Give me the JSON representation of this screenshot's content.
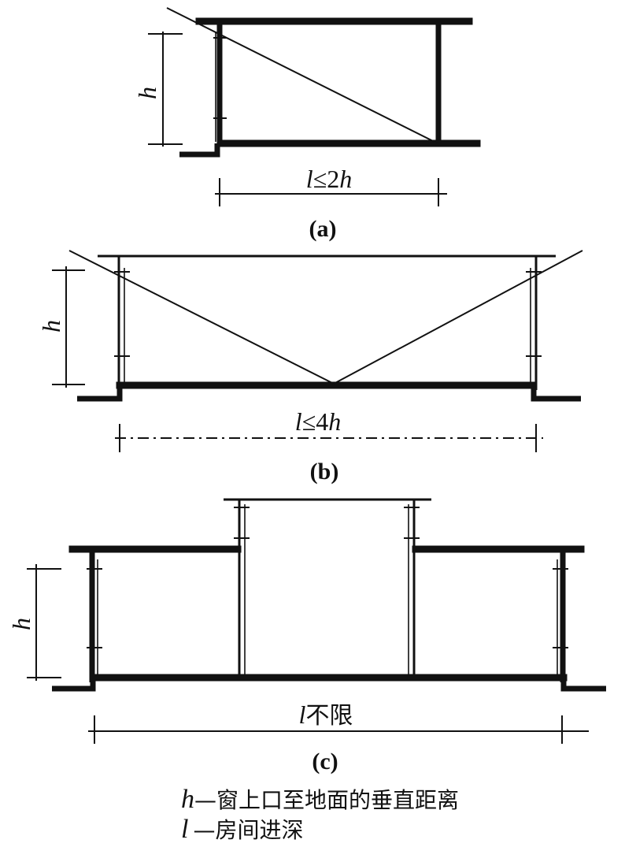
{
  "figure_a": {
    "span_label_var": "l",
    "span_label_rest": "≤2",
    "span_label_h": "h",
    "height_label": "h",
    "caption": "(a)"
  },
  "figure_b": {
    "span_label_var": "l",
    "span_label_rest": "≤4",
    "span_label_h": "h",
    "height_label": "h",
    "caption": "(b)"
  },
  "figure_c": {
    "span_label_var": "l",
    "span_label_rest": "不限",
    "height_label": "h",
    "caption": "(c)"
  },
  "legend": {
    "h_symbol": "h",
    "h_text": "—窗上口至地面的垂直距离",
    "l_symbol": "l",
    "l_text": "—房间进深"
  }
}
